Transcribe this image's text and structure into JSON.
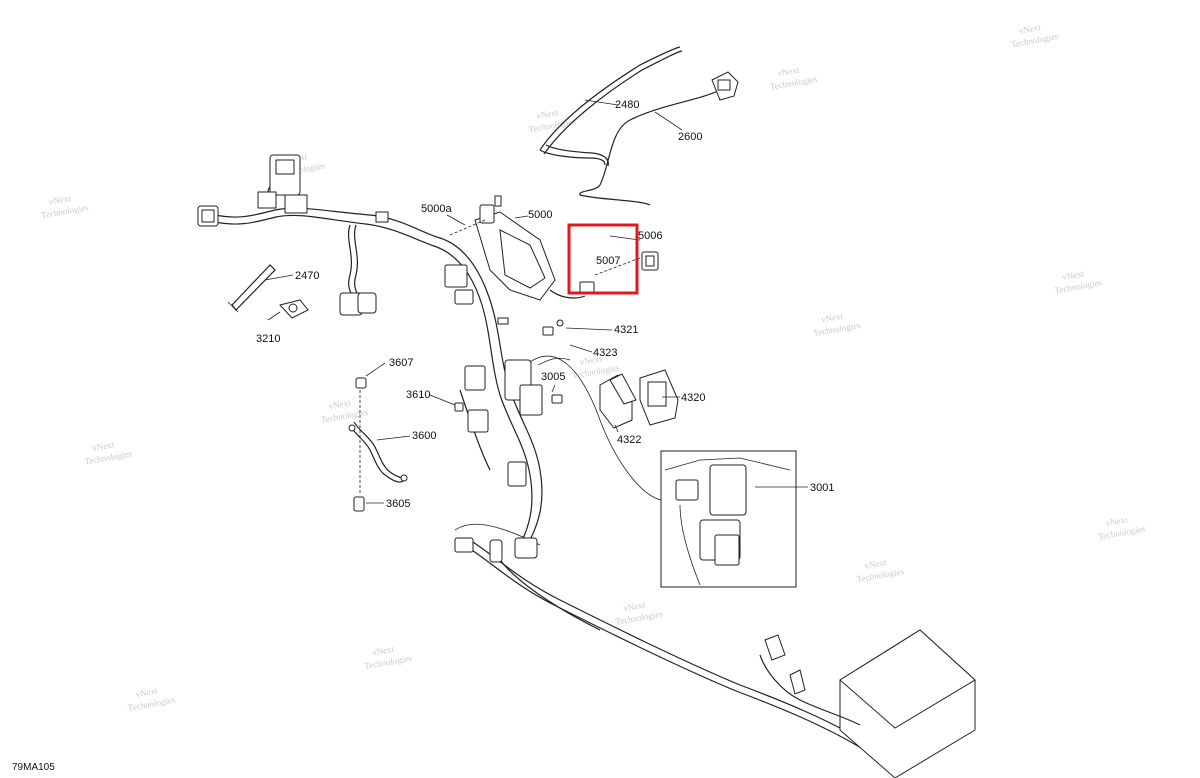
{
  "diagram": {
    "drawing_code": "79MA105",
    "watermark": [
      "vNext",
      "Technologies"
    ],
    "callouts": {
      "c2480": "2480",
      "c2600": "2600",
      "c5000a": "5000a",
      "c5000": "5000",
      "c5006": "5006",
      "c5007": "5007",
      "c2470": "2470",
      "c3210": "3210",
      "c4321": "4321",
      "c4323": "4323",
      "c3607": "3607",
      "c3005": "3005",
      "c3610": "3610",
      "c4320": "4320",
      "c4322": "4322",
      "c3600": "3600",
      "c3001": "3001",
      "c3605": "3605"
    },
    "highlight": {
      "target": "5007",
      "color": "#e0191f"
    }
  }
}
